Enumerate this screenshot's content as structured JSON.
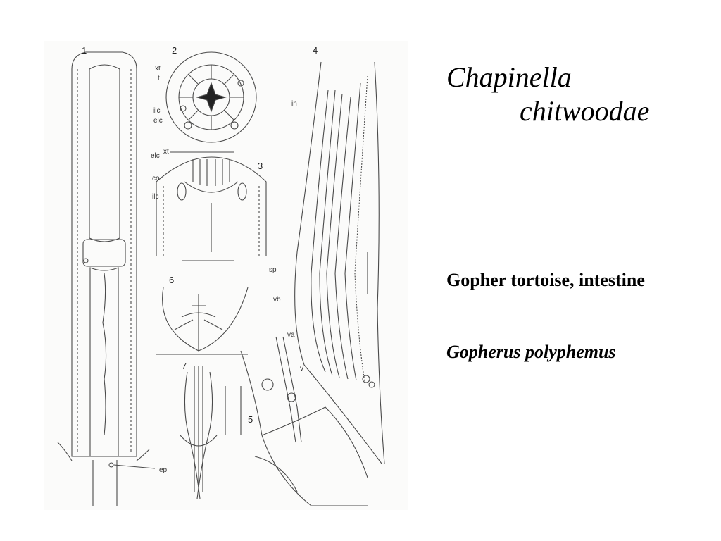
{
  "title": {
    "genus": "Chapinella",
    "epithet": "chitwoodae"
  },
  "host": {
    "description": "Gopher tortoise, intestine",
    "latin_name": "Gopherus polyphemus"
  },
  "plate": {
    "figure_numbers": [
      "1",
      "2",
      "3",
      "4",
      "5",
      "6",
      "7"
    ],
    "labels": {
      "xt_2": "xt",
      "t_2": "t",
      "ilc_2": "ilc",
      "elc_2": "elc",
      "elc_3": "elc",
      "xt_3": "xt",
      "co_3": "co",
      "ilc_3": "ilc",
      "in_4": "in",
      "sp_4": "sp",
      "vb_4": "vb",
      "va_4": "va",
      "v_4": "v",
      "ep_1": "ep"
    },
    "colors": {
      "ink": "#4a4a4a",
      "paper": "#fbfbfa"
    }
  }
}
